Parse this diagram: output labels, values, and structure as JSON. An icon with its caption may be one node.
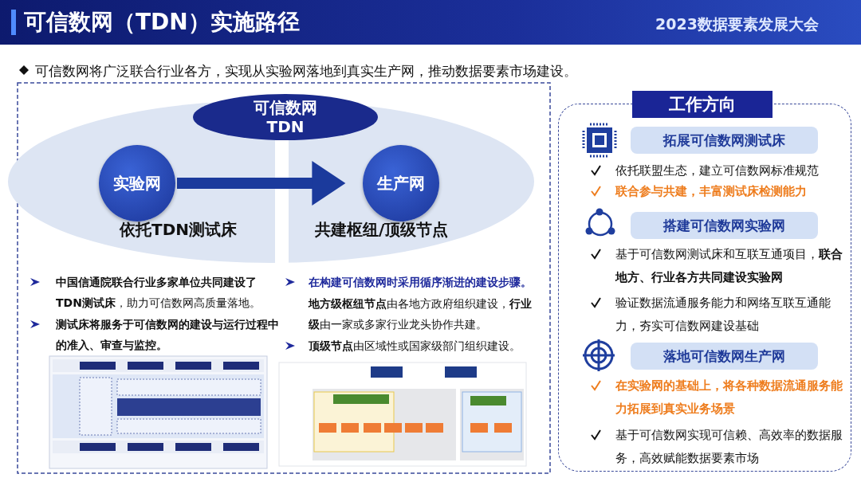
{
  "diagram": {
    "title": "可信数网（TDN）实施路径",
    "nodes": [
      {
        "text": [
          "可信数网 TDN"
        ]
      },
      {
        "text": [
          "实验网"
        ],
        "beside": [
          "依托TDN测试床"
        ]
      },
      {
        "text": [
          "生产网"
        ],
        "beside": [
          "共建枢纽/顶级节点"
        ]
      },
      {
        "text": [
          "工作方向"
        ]
      },
      {
        "text": [
          "拓展可信数网测试床"
        ],
        "in": 3
      },
      {
        "text": [
          "搭建可信数网实验网"
        ],
        "in": 3
      },
      {
        "text": [
          "落地可信数网生产网"
        ],
        "in": 3
      }
    ],
    "edges": [
      {
        "from": 1,
        "to": 2,
        "arrow": "to"
      }
    ],
    "labels": [
      "2023数据要素发展大会",
      "可信数网将广泛联合行业各方，实现从实验网落地到真实生产网，推动数据要素市场建设。",
      "**中国信通院联合行业多家单位共同建设了TDN测试床**，助力可信数网高质量落地。",
      "测试床将服务于可信数网的建设与运行过程中的准入、审查与监控。",
      "在构建可信数网时采用循序渐进的建设步骤。",
      "**地方级枢纽节点**由各地方政府组织建设，**行业级**由一家或多家行业龙头协作共建。",
      "**顶级节点**由区域性或国家级部门组织建设。",
      "依托联盟生态，建立可信数网标准规范",
      "联合参与共建，丰富测试床检测能力",
      "基于可信数网测试床和互联互通项目，**联合地方、行业各方共同建设实验网**",
      "验证数据流通服务能力和网络互联互通能力，夯实可信数网建设基础",
      "在实验网的基础上，将各种数据流通服务能力拓展到真实业务场景",
      "基于可信数网实现可信赖、高效率的数据服务，高效赋能数据要素市场"
    ]
  }
}
